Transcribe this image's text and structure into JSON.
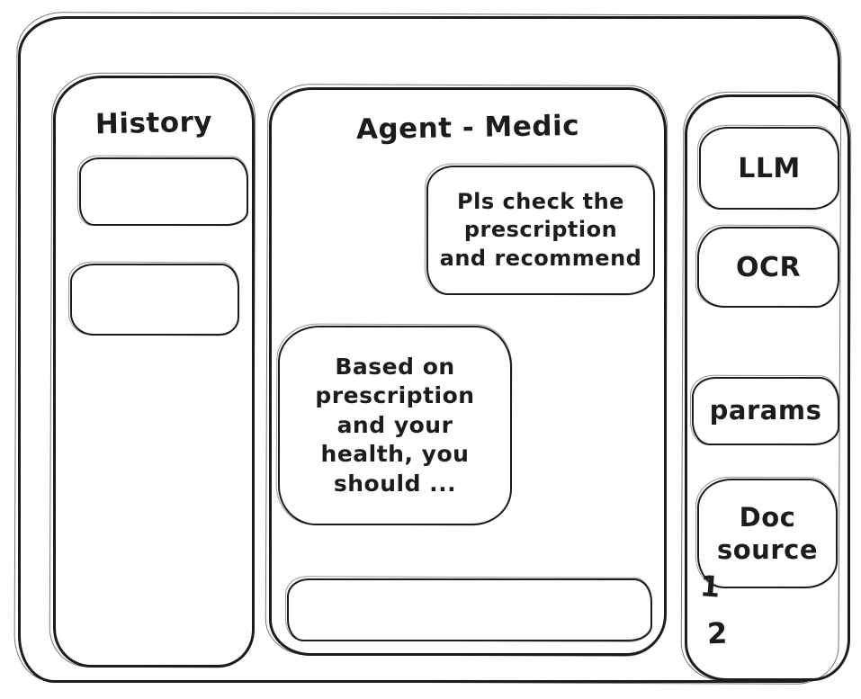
{
  "window": {
    "stroke_color": "#1c1c1c",
    "background_color": "#ffffff"
  },
  "sidebar": {
    "title": "History"
  },
  "chat": {
    "title": "Agent - Medic",
    "messages": [
      {
        "role": "user",
        "text": "Pls check the prescription and recommend"
      },
      {
        "role": "assistant",
        "text": "Based on prescription and your health, you should ..."
      }
    ],
    "input": {
      "value": "",
      "placeholder": ""
    }
  },
  "tools": {
    "modules": [
      {
        "label": "LLM"
      },
      {
        "label": "OCR"
      },
      {
        "label": "params"
      },
      {
        "label": "Doc source"
      }
    ],
    "doc_source_items": [
      "1",
      "2"
    ]
  }
}
